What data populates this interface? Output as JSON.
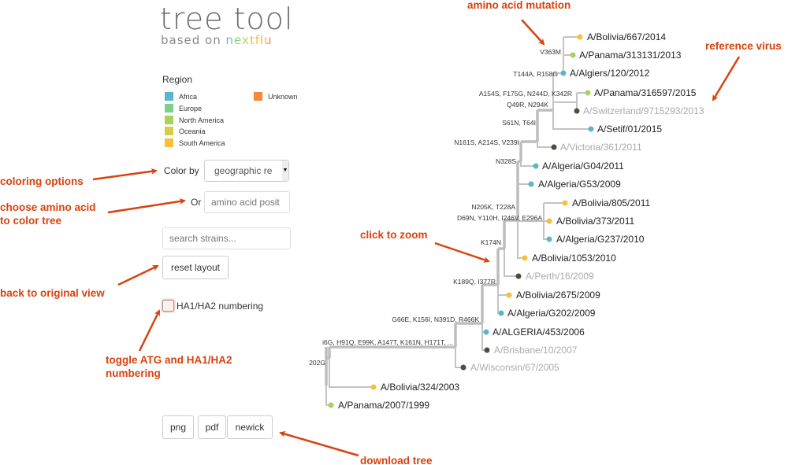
{
  "header": {
    "title": "tree tool",
    "subtitle_prefix": "based on ",
    "subtitle_brand": "nextflu"
  },
  "legend": {
    "title": "Region",
    "items": [
      {
        "label": "Africa",
        "color": "#5bb6c9"
      },
      {
        "label": "Europe",
        "color": "#7ccf8c"
      },
      {
        "label": "North America",
        "color": "#a6d35c"
      },
      {
        "label": "Oceania",
        "color": "#d4cd45"
      },
      {
        "label": "South America",
        "color": "#f9bf3b"
      },
      {
        "label": "Unknown",
        "color": "#f5883a"
      }
    ]
  },
  "controls": {
    "color_by_label": "Color by",
    "color_by_value": "geographic re",
    "or_label": "Or",
    "aa_placeholder": "amino acid posit",
    "search_placeholder": "search strains...",
    "reset_label": "reset layout",
    "numbering_label": "HA1/HA2 numbering",
    "download": {
      "png": "png",
      "pdf": "pdf",
      "newick": "newick"
    }
  },
  "tree": {
    "leaves": [
      {
        "name": "A/Bolivia/667/2014",
        "region": "South America"
      },
      {
        "name": "A/Panama/313131/2013",
        "region": "North America"
      },
      {
        "name": "A/Algiers/120/2012",
        "region": "Africa"
      },
      {
        "name": "A/Panama/316597/2015",
        "region": "North America"
      },
      {
        "name": "A/Switzerland/9715293/2013",
        "region": "reference"
      },
      {
        "name": "A/Setif/01/2015",
        "region": "Africa"
      },
      {
        "name": "A/Victoria/361/2011",
        "region": "reference"
      },
      {
        "name": "A/Algeria/G04/2011",
        "region": "Africa"
      },
      {
        "name": "A/Algeria/G53/2009",
        "region": "Africa"
      },
      {
        "name": "A/Bolivia/805/2011",
        "region": "South America"
      },
      {
        "name": "A/Bolivia/373/2011",
        "region": "South America"
      },
      {
        "name": "A/Algeria/G237/2010",
        "region": "Africa"
      },
      {
        "name": "A/Bolivia/1053/2010",
        "region": "South America"
      },
      {
        "name": "A/Perth/16/2009",
        "region": "reference"
      },
      {
        "name": "A/Bolivia/2675/2009",
        "region": "South America"
      },
      {
        "name": "A/Algeria/G202/2009",
        "region": "Africa"
      },
      {
        "name": "A/ALGERIA/453/2006",
        "region": "Africa"
      },
      {
        "name": "A/Brisbane/10/2007",
        "region": "reference"
      },
      {
        "name": "A/Wisconsin/67/2005",
        "region": "reference"
      },
      {
        "name": "A/Bolivia/324/2003",
        "region": "South America"
      },
      {
        "name": "A/Panama/2007/1999",
        "region": "North America"
      }
    ],
    "mutations": [
      "V363M",
      "T144A, R158G",
      "A154S, F175G, N244D, K342R",
      "Q49R, N294K",
      "S61N, T64I",
      "N161S, A214S, V239I",
      "N328S",
      "N205K, T228A",
      "D69N, Y110H, I246V, E296A",
      "K174N",
      "K189Q, I377R",
      "G66E, K156I, N391D, R466K",
      "i6G, H91Q, E99K, A147T, K161N, H171T, ...",
      "202G"
    ],
    "reference_color": "#4d4d3f"
  },
  "annotations": {
    "amino_acid_mutation": "amino acid mutation",
    "reference_virus": "reference virus",
    "coloring_options": "coloring options",
    "choose_aa_1": "choose amino acid",
    "choose_aa_2": "to color tree",
    "click_to_zoom": "click to zoom",
    "back_to_original": "back to original view",
    "toggle_1": "toggle ATG and HA1/HA2",
    "toggle_2": "numbering",
    "download_tree": "download tree",
    "color": "#d8420f"
  }
}
